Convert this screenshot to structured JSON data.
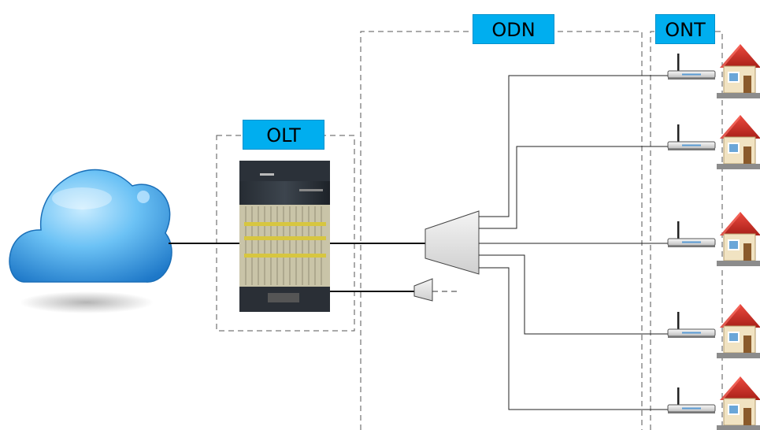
{
  "labels": {
    "odn": "ODN",
    "ont": "ONT",
    "olt": "OLT"
  },
  "diagram": {
    "nodes": [
      "cloud",
      "olt-chassis",
      "splitter-main",
      "splitter-secondary",
      "ont-router",
      "house"
    ],
    "ont_count": 5,
    "colors": {
      "label_fill": "#00aeef",
      "cloud": "#3a9ee4",
      "house_roof": "#d8322b",
      "house_wall": "#f1e3c2",
      "splitter": "#e4e4e4"
    }
  }
}
